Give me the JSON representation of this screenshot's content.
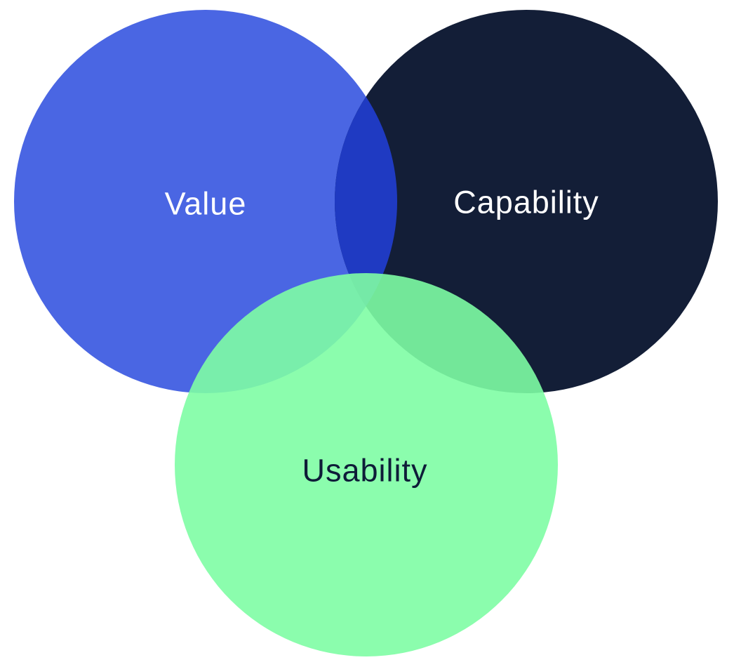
{
  "diagram": {
    "type": "venn",
    "background_color": "#ffffff",
    "circles": [
      {
        "id": "value",
        "label": "Value",
        "fill": "#4a66e3",
        "fill_opacity": "1",
        "label_color": "#ffffff"
      },
      {
        "id": "capability",
        "label": "Capability",
        "fill": "#131e37",
        "fill_opacity": "1",
        "label_color": "#ffffff"
      },
      {
        "id": "usability",
        "label": "Usability",
        "fill": "#7efda4",
        "fill_opacity": "0.9",
        "label_color": "#0e1c38"
      }
    ],
    "overlap_colors": {
      "value_capability": "#1f3ac2",
      "value_usability": "#72eda6",
      "capability_usability": "#73e49d",
      "center": "#74e9a7"
    }
  }
}
